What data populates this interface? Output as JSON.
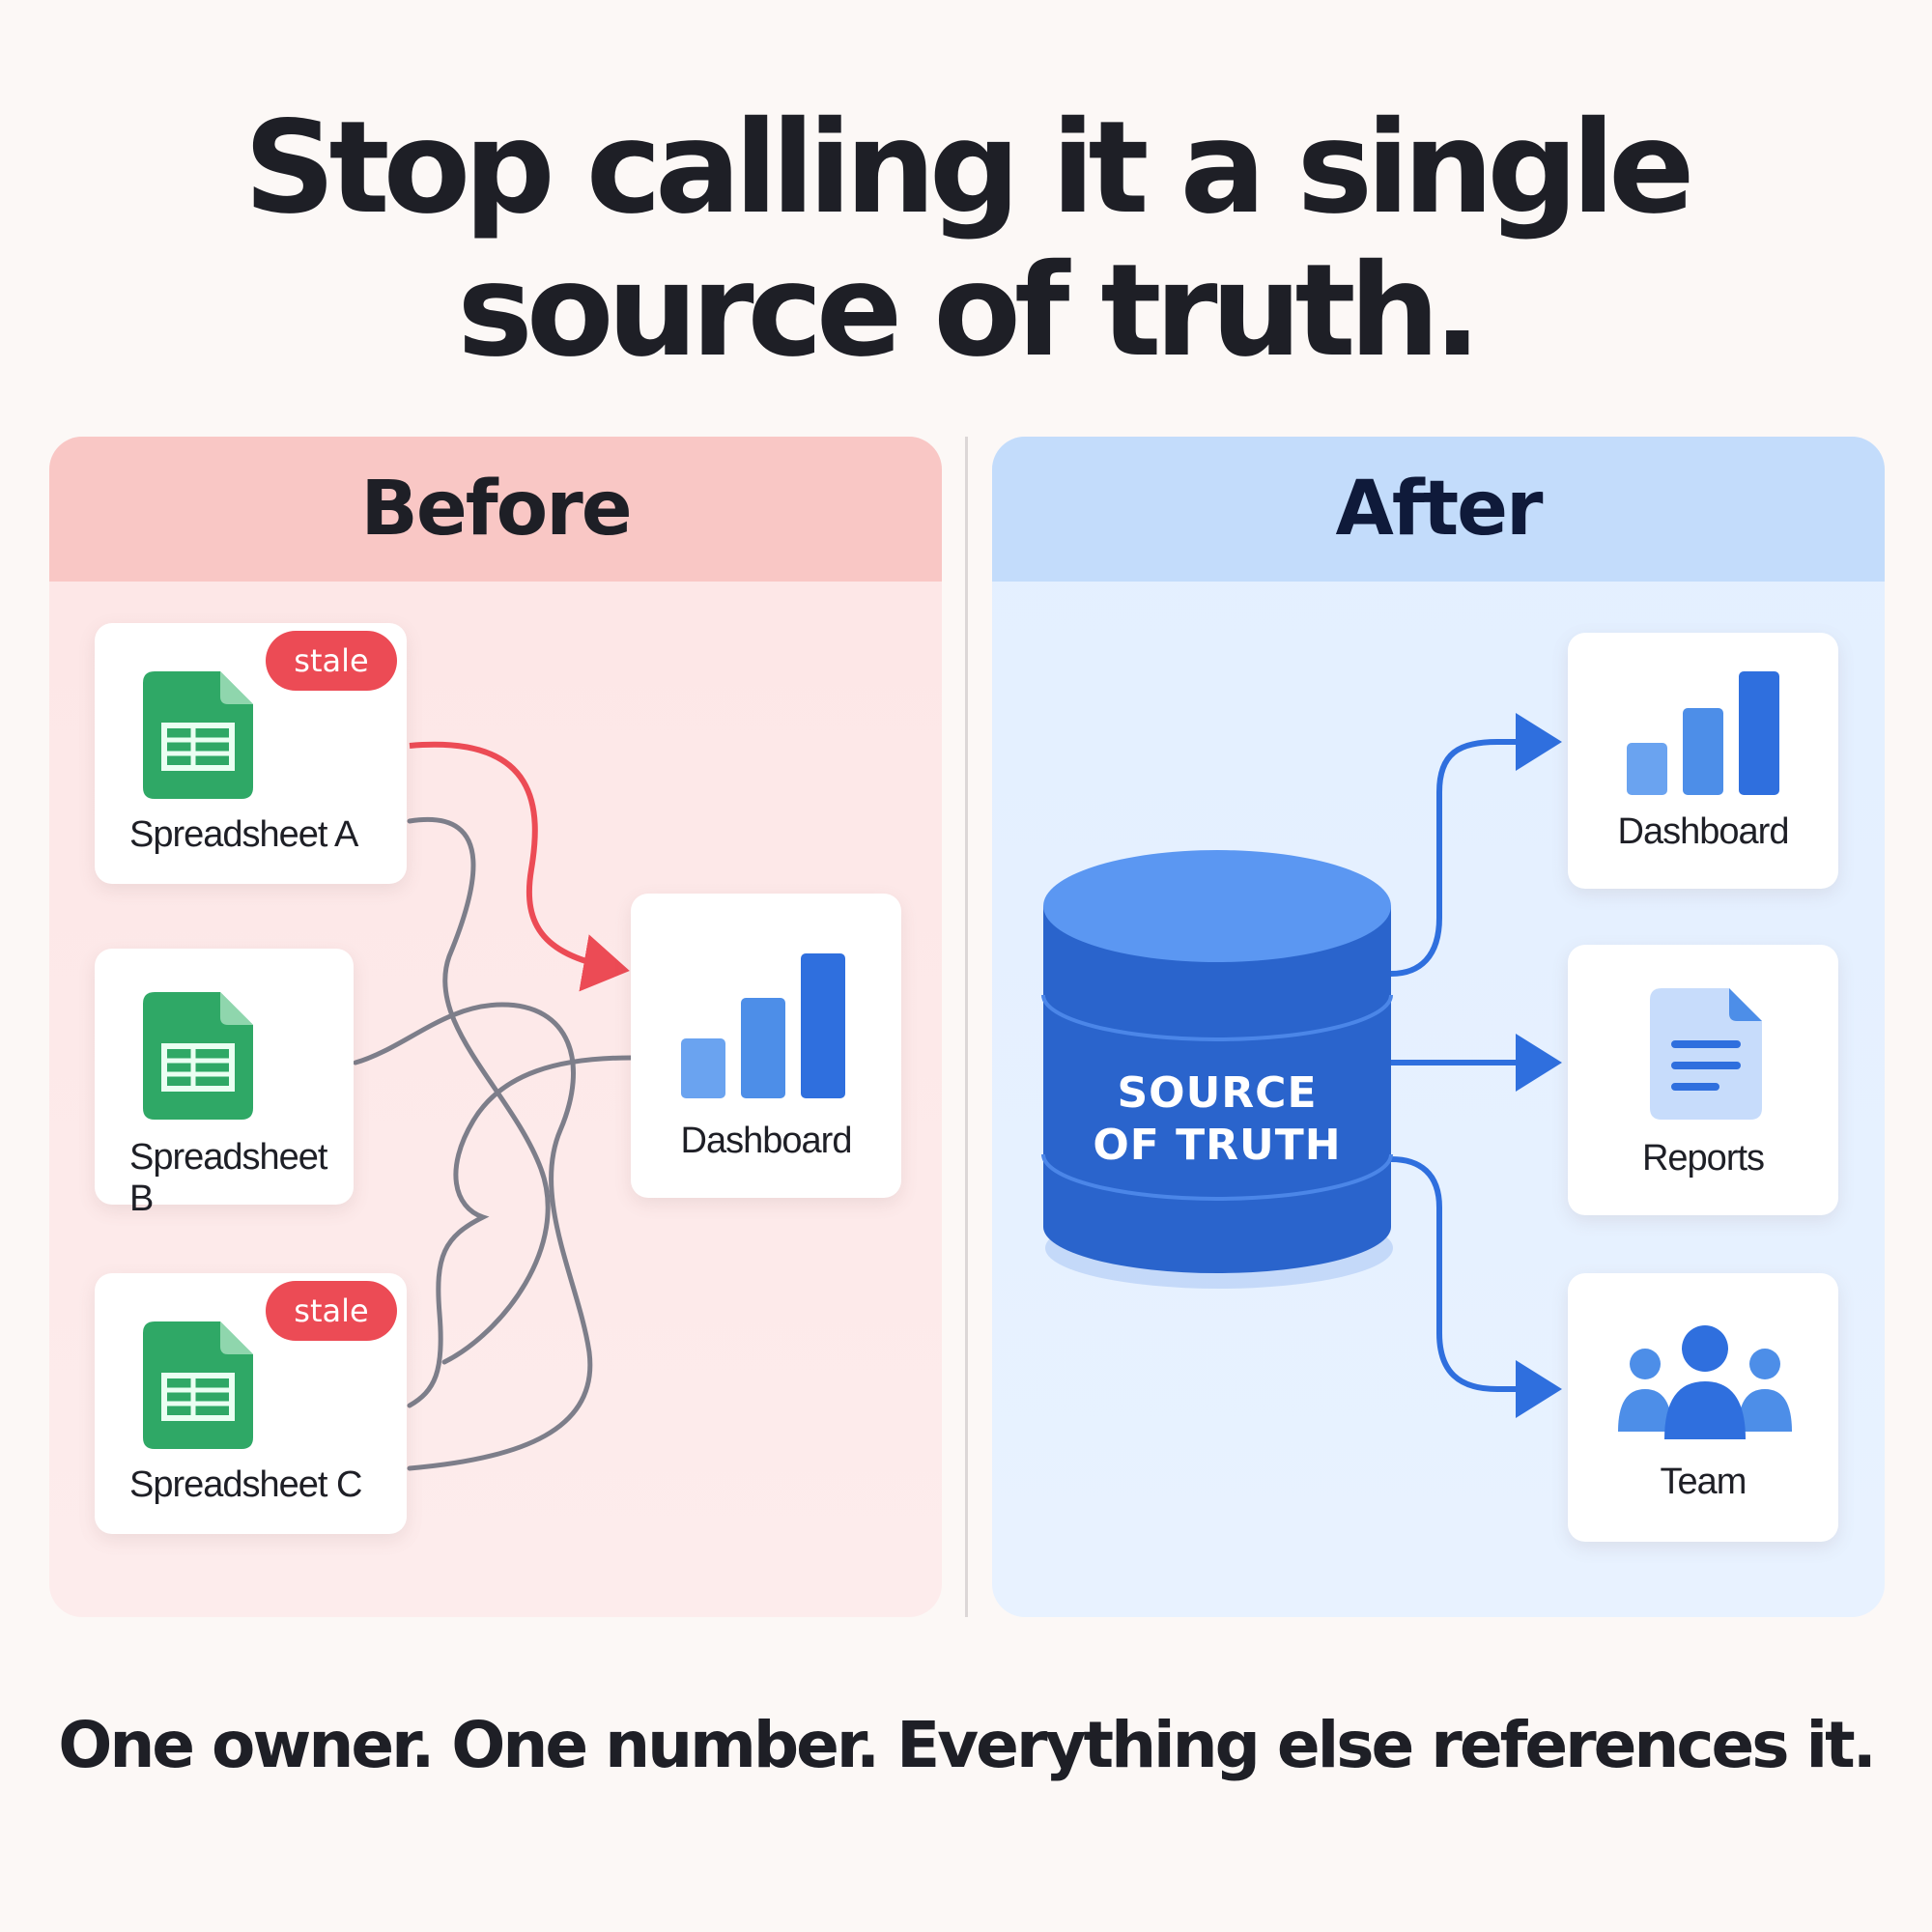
{
  "headline": {
    "line1": "Stop calling it a single",
    "line2": "source of truth."
  },
  "before": {
    "title": "Before",
    "sheets": [
      {
        "label": "Spreadsheet A",
        "badge": "stale"
      },
      {
        "label": "Spreadsheet B",
        "badge": ""
      },
      {
        "label": "Spreadsheet C",
        "badge": "stale"
      }
    ],
    "dashboard_label": "Dashboard",
    "accent_color": "#ec4b55",
    "tangle_color": "#7d7e8a"
  },
  "after": {
    "title": "After",
    "source": {
      "line1": "SOURCE",
      "line2": "OF TRUTH"
    },
    "targets": [
      {
        "label": "Dashboard",
        "icon": "bar-chart-icon"
      },
      {
        "label": "Reports",
        "icon": "document-icon"
      },
      {
        "label": "Team",
        "icon": "people-icon"
      }
    ],
    "accent_color": "#2f6fde"
  },
  "tagline": "One owner. One number. Everything else references it."
}
